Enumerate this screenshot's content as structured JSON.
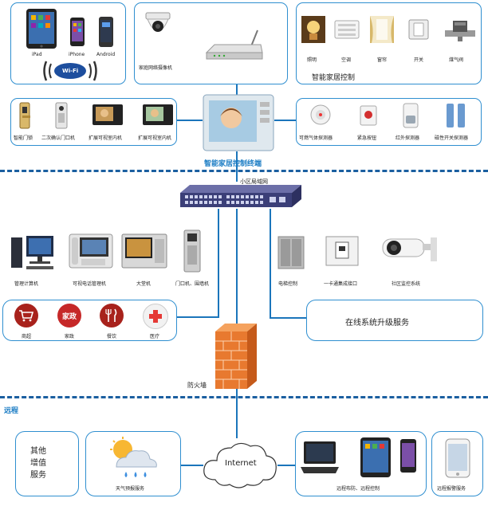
{
  "top_left": {
    "device_labels": [
      "iPad",
      "iPhone",
      "Android"
    ],
    "wifi_label": "Wi-Fi"
  },
  "router_box": {
    "label": "家庭网络摄像机"
  },
  "smart_home": {
    "title": "智能家居控制",
    "items": [
      "照明",
      "空调",
      "窗帘",
      "开关",
      "煤气阀"
    ]
  },
  "access_box": {
    "items": [
      "智能门锁",
      "二次确认门口机",
      "扩展可视室内机",
      "扩展可视室内机"
    ]
  },
  "terminal": {
    "label": "智能家居控制终端"
  },
  "sensors": {
    "items": [
      "可燃气体探测器",
      "紧急按钮",
      "红外探测器",
      "磁性开关探测器"
    ]
  },
  "lan": {
    "label": "小区局域网"
  },
  "community_devices": {
    "left": [
      "管理计算机",
      "可视电话管理机",
      "大堂机",
      "门口机、围墙机"
    ],
    "right": [
      "电梯控制",
      "一卡通集成接口",
      "社区监控系统"
    ]
  },
  "services": {
    "icons_text": [
      "家政"
    ],
    "items": [
      "商超",
      "家政",
      "餐饮",
      "医疗"
    ]
  },
  "upgrade": {
    "label": "在线系统升级服务"
  },
  "firewall": {
    "label": "防火墙"
  },
  "remote": {
    "label": "远程"
  },
  "other": {
    "label": "其他\n增值\n服务"
  },
  "weather": {
    "label": "天气预报服务"
  },
  "internet": {
    "label": "Internet"
  },
  "remote_control": {
    "label": "远程布防、远程控制"
  },
  "remote_alarm": {
    "label": "远程报警服务"
  },
  "colors": {
    "box_border": "#2f8fd0",
    "title_blue": "#1a7cc4",
    "line": "#1b75bb"
  }
}
